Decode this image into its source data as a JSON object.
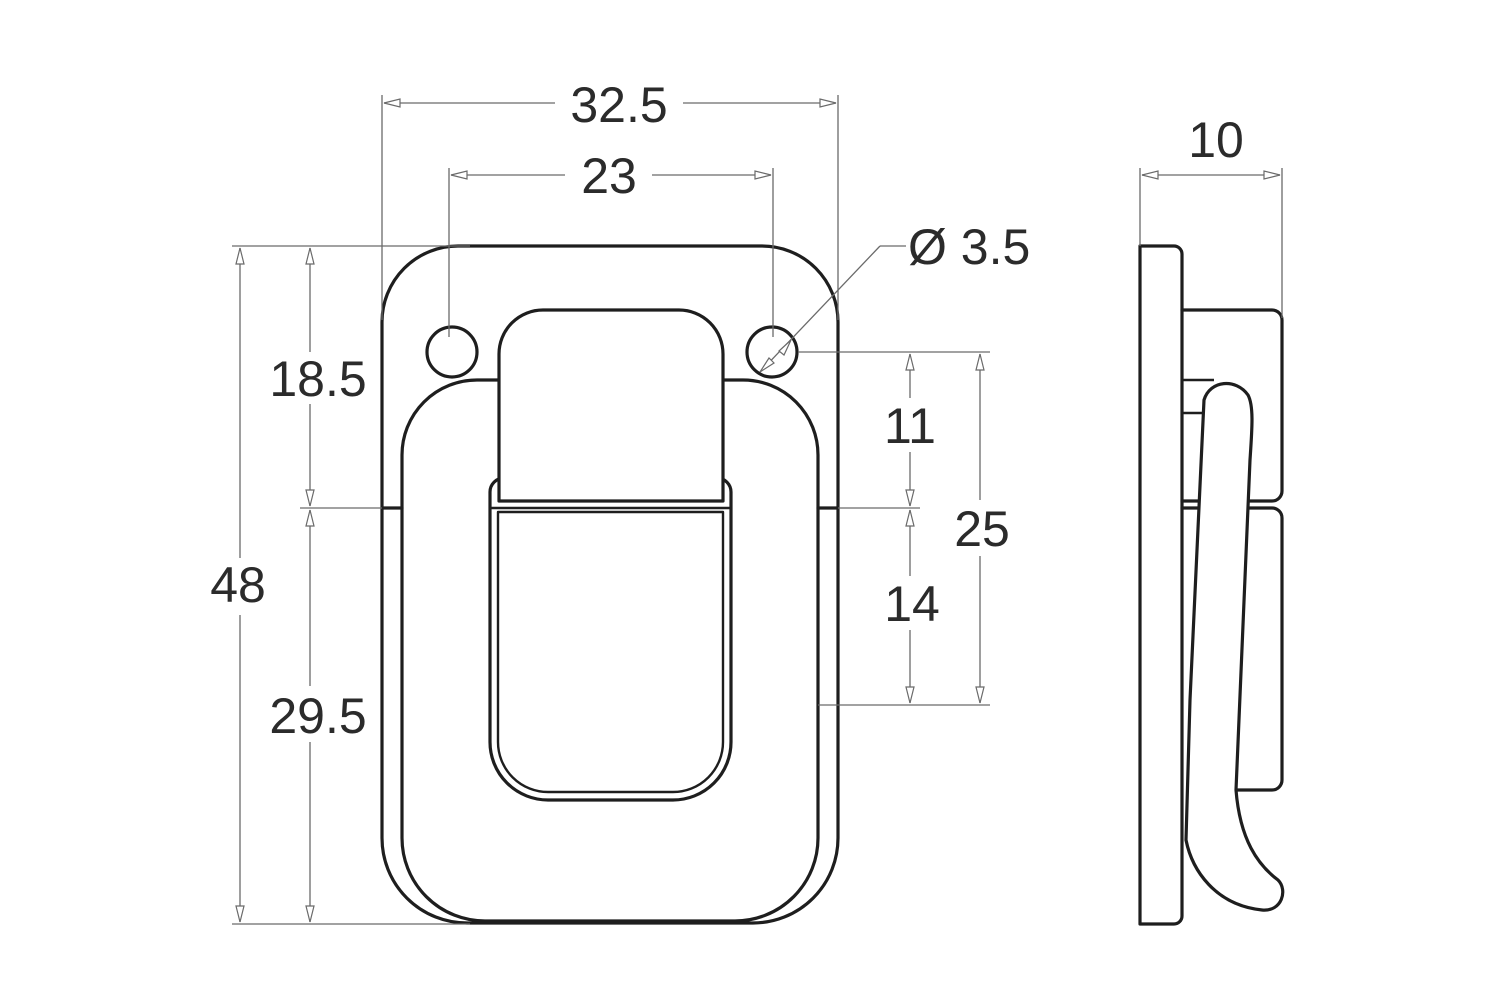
{
  "drawing": {
    "title": "",
    "line_color": "#1e1e1e",
    "dimension_color": "#6a6a6a",
    "background": "#ffffff"
  },
  "dimensions": {
    "overall_width": "32.5",
    "hole_spacing": "23",
    "hole_diameter": "Ø 3.5",
    "overall_height": "48",
    "upper_height": "18.5",
    "lower_height": "29.5",
    "hole_to_hinge": "11",
    "hinge_to_bottom_tab": "14",
    "hole_to_tab_end": "25",
    "side_depth": "10"
  },
  "views": [
    "front-view",
    "side-view"
  ]
}
